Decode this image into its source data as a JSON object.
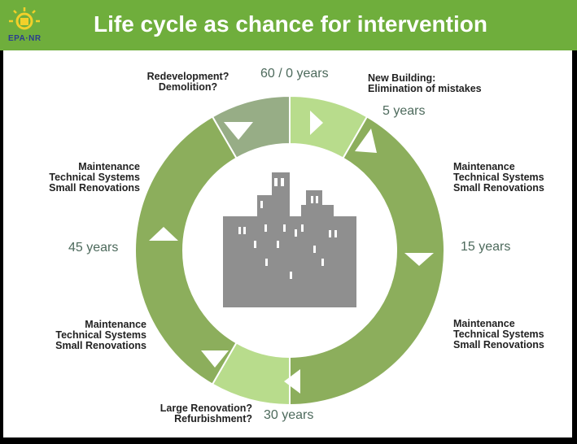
{
  "header": {
    "title": "Life cycle as chance for intervention",
    "logo_text": "EPA·NR"
  },
  "years": {
    "top": "60 / 0 years",
    "five": "5 years",
    "fifteen": "15 years",
    "thirty": "30 years",
    "fortyfive": "45 years"
  },
  "labels": {
    "redevelopment": [
      "Redevelopment?",
      "Demolition?"
    ],
    "new_building": [
      "New Building:",
      "Elimination of mistakes"
    ],
    "maint_right_top": [
      "Maintenance",
      "Technical Systems",
      "Small Renovations"
    ],
    "maint_right_bottom": [
      "Maintenance",
      "Technical Systems",
      "Small Renovations"
    ],
    "maint_left_top": [
      "Maintenance",
      "Technical Systems",
      "Small Renovations"
    ],
    "maint_left_bottom": [
      "Maintenance",
      "Technical Systems",
      "Small Renovations"
    ],
    "large_renovation": [
      "Large Renovation?",
      "Refurbishment?"
    ]
  },
  "colors": {
    "header": "#6fae3c",
    "ring_dark": "#8cae5c",
    "ring_light": "#b8dc8c",
    "ring_grey": "#97ad86",
    "building": "#8f8f8f"
  }
}
